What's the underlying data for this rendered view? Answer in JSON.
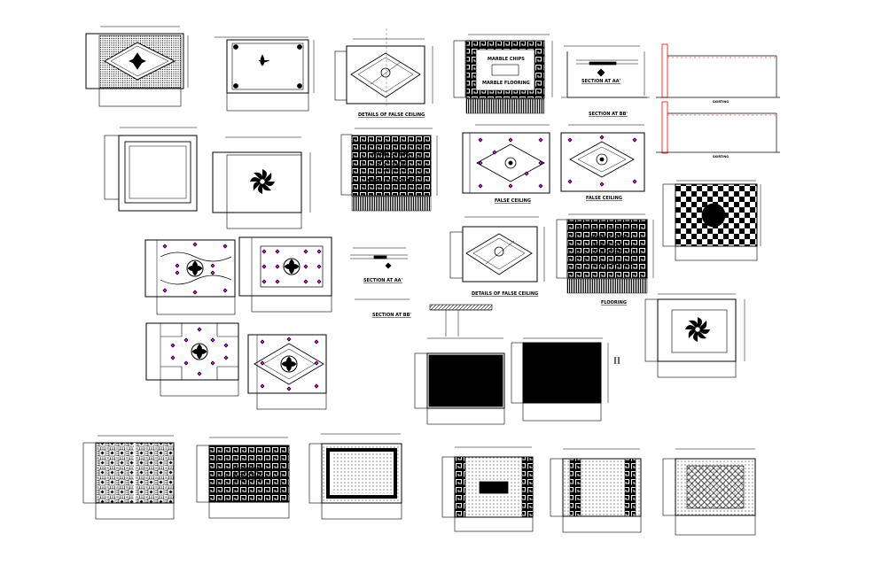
{
  "labels": {
    "details_false_ceiling": "DETAILS OF FALSE CEILING",
    "section_aa": "SECTION AT AA'",
    "section_bb": "SECTION AT BB'",
    "marble_chips": "MARBLE CHIPS",
    "marble_flooring": "MARBLE FLOORING",
    "false_ceiling": "FALSE CEILING",
    "flooring": "FLOORING",
    "skirting": "SKIRTING"
  },
  "colors": {
    "line": "#000000",
    "magenta": "#ff00ff",
    "red": "#ff0000",
    "grey": "#888888"
  }
}
